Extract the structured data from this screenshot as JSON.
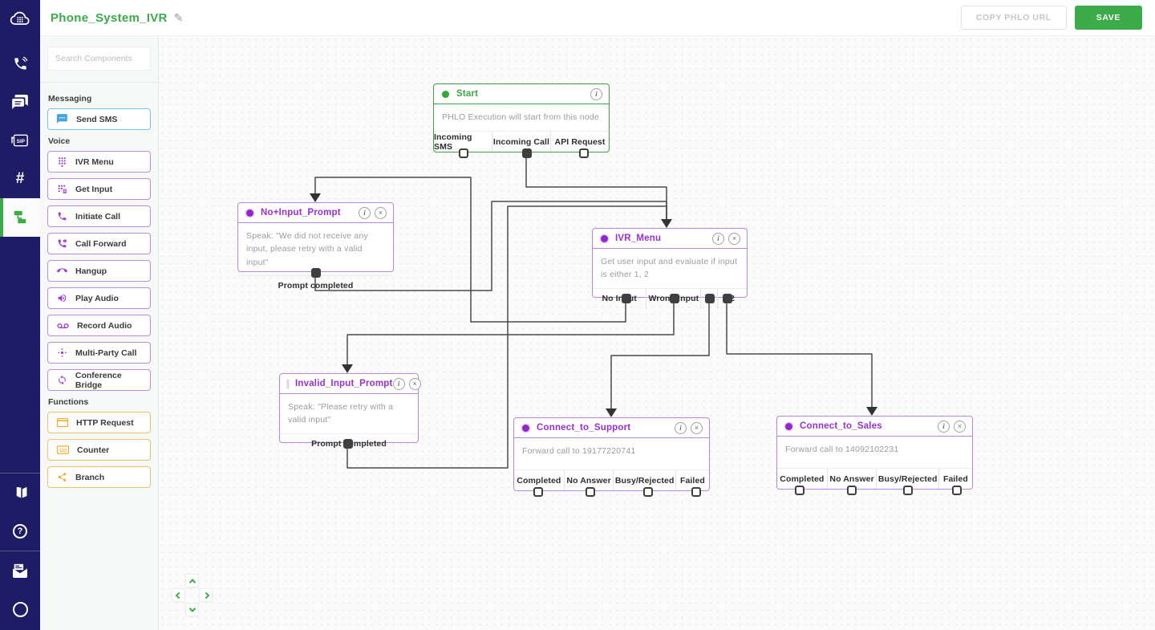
{
  "header": {
    "title": "Phone_System_IVR",
    "copy_button": "COPY PHLO URL",
    "save_button": "SAVE"
  },
  "sidebar": {
    "search_placeholder": "Search Components",
    "sections": [
      {
        "label": "Messaging",
        "items": [
          {
            "label": "Send SMS",
            "icon": "sms-icon"
          }
        ]
      },
      {
        "label": "Voice",
        "items": [
          {
            "label": "IVR Menu",
            "icon": "dialpad-icon"
          },
          {
            "label": "Get Input",
            "icon": "keypad-input-icon"
          },
          {
            "label": "Initiate Call",
            "icon": "phone-icon"
          },
          {
            "label": "Call Forward",
            "icon": "phone-forward-icon"
          },
          {
            "label": "Hangup",
            "icon": "phone-hangup-icon"
          },
          {
            "label": "Play Audio",
            "icon": "speaker-icon"
          },
          {
            "label": "Record Audio",
            "icon": "voicemail-icon"
          },
          {
            "label": "Multi-Party Call",
            "icon": "multi-party-icon"
          },
          {
            "label": "Conference Bridge",
            "icon": "conference-icon"
          }
        ]
      },
      {
        "label": "Functions",
        "items": [
          {
            "label": "HTTP Request",
            "icon": "http-request-icon"
          },
          {
            "label": "Counter",
            "icon": "counter-icon"
          },
          {
            "label": "Branch",
            "icon": "branch-icon"
          }
        ]
      }
    ]
  },
  "canvas": {
    "nodes": [
      {
        "title": "Start",
        "type": "start",
        "body": "PHLO Execution will start from this node",
        "outputs": [
          {
            "label": "Incoming SMS",
            "connected": false
          },
          {
            "label": "Incoming Call",
            "connected": true
          },
          {
            "label": "API Request",
            "connected": false
          }
        ]
      },
      {
        "title": "No+Input_Prompt",
        "type": "voice",
        "body": "Speak: \"We did not receive any input, please retry with a valid input\"",
        "outputs": [
          {
            "label": "Prompt completed",
            "connected": true
          }
        ]
      },
      {
        "title": "IVR_Menu",
        "type": "voice",
        "body": "Get user input and evaluate if input is either 1, 2",
        "outputs": [
          {
            "label": "No Input",
            "connected": true
          },
          {
            "label": "Wrong Input",
            "connected": true
          },
          {
            "label": "1",
            "connected": true
          },
          {
            "label": "2",
            "connected": true
          }
        ]
      },
      {
        "title": "Invalid_Input_Prompt",
        "type": "voice",
        "body": "Speak: \"Please retry with a valid input\"",
        "outputs": [
          {
            "label": "Prompt completed",
            "connected": true
          }
        ]
      },
      {
        "title": "Connect_to_Support",
        "type": "voice",
        "body": "Forward call to 19177220741",
        "outputs": [
          {
            "label": "Completed",
            "connected": false
          },
          {
            "label": "No Answer",
            "connected": false
          },
          {
            "label": "Busy/Rejected",
            "connected": false
          },
          {
            "label": "Failed",
            "connected": false
          }
        ]
      },
      {
        "title": "Connect_to_Sales",
        "type": "voice",
        "body": "Forward call to 14092102231",
        "outputs": [
          {
            "label": "Completed",
            "connected": false
          },
          {
            "label": "No Answer",
            "connected": false
          },
          {
            "label": "Busy/Rejected",
            "connected": false
          },
          {
            "label": "Failed",
            "connected": false
          }
        ]
      }
    ]
  },
  "colors": {
    "accent_green": "#3cab4a",
    "accent_purple": "#9b2fd6",
    "accent_blue": "#42a5e0",
    "accent_amber": "#f0ad2d",
    "rail_background": "#1d1c64",
    "wire": "#4a4a4a"
  }
}
